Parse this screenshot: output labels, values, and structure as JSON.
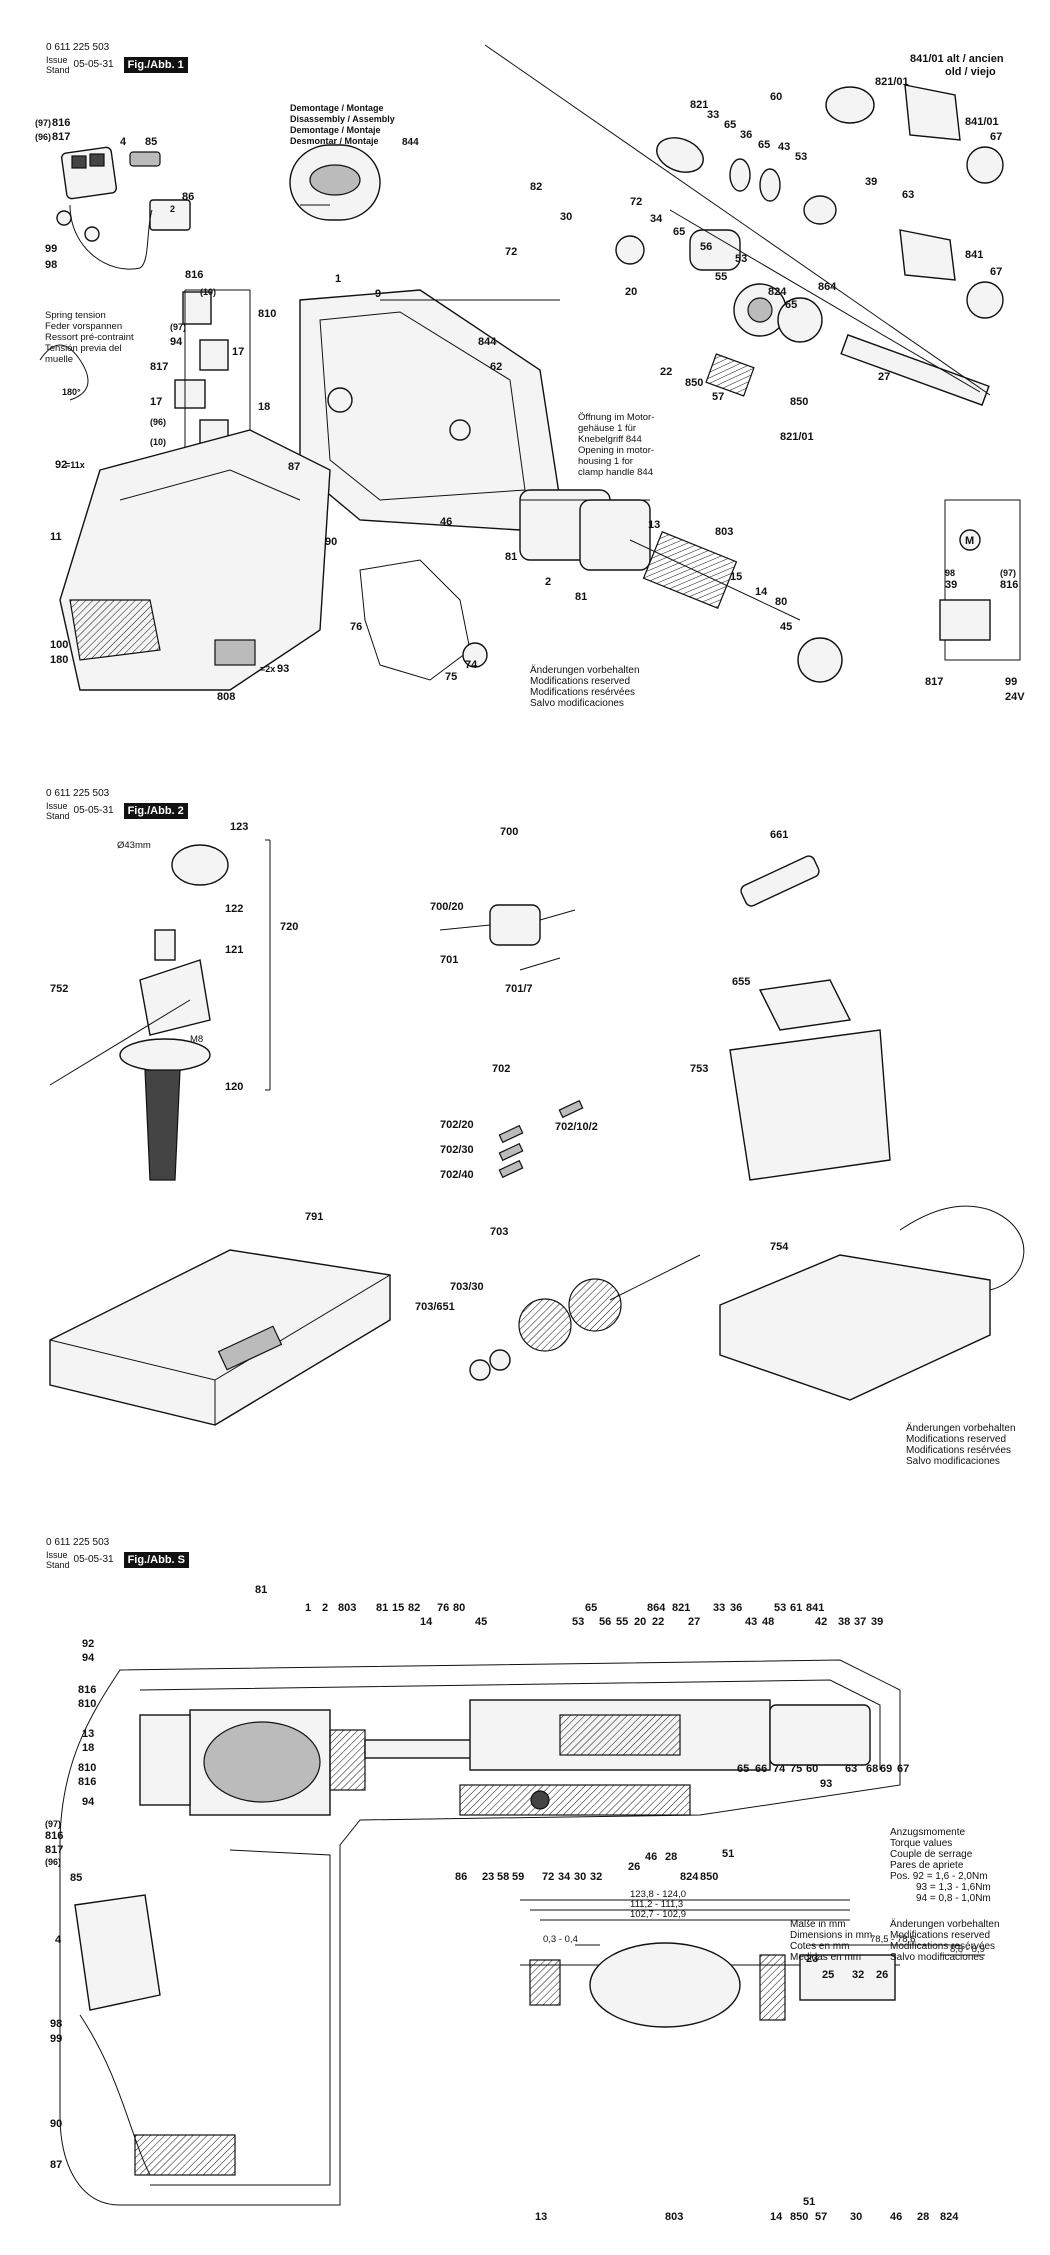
{
  "sheets": [
    {
      "part_no": "0 611 225 503",
      "issue_label": "Issue",
      "stand_label": "Stand",
      "date": "05-05-31",
      "figure": "Fig./Abb. 1"
    },
    {
      "part_no": "0 611 225 503",
      "issue_label": "Issue",
      "stand_label": "Stand",
      "date": "05-05-31",
      "figure": "Fig./Abb. 2"
    },
    {
      "part_no": "0 611 225 503",
      "issue_label": "Issue",
      "stand_label": "Stand",
      "date": "05-05-31",
      "figure": "Fig./Abb. S"
    }
  ],
  "notes": {
    "disassembly": [
      "Demontage / Montage",
      "Disassembly / Assembly",
      "Demontage / Montaje",
      "Desmontar / Montaje"
    ],
    "disassembly_part": "844",
    "spring": [
      "Spring tension",
      "Feder vorspannen",
      "Ressort pré-contraint",
      "Tensión previa del",
      "muelle"
    ],
    "opening": [
      "Öffnung im Motor-",
      "gehäuse 1 für",
      "Knebelgriff 844",
      "Opening in motor-",
      "housing 1 for",
      "clamp handle 844"
    ],
    "changes": [
      "Änderungen vorbehalten",
      "Modifications reserved",
      "Modifications resérvées",
      "Salvo modificaciones"
    ],
    "old_new": [
      "841/01 alt / ancien",
      "old / viejo"
    ],
    "torque": [
      "Anzugsmomente",
      "Torque values",
      "Couple de serrage",
      "Pares de apriete",
      "Pos. 92  = 1,6 - 2,0Nm",
      "93  = 1,3 - 1,6Nm",
      "94  = 0,8 - 1,0Nm"
    ],
    "dimensions": [
      "Maße in mm",
      "Dimensions in mm",
      "Cotes en mm",
      "Medidas en mm"
    ],
    "voltage": "24V",
    "motor": "M",
    "diameter": "Ø43mm",
    "thread": "M8",
    "screw_count_92": "=11x",
    "screw_count_93": "=2x",
    "spring_angle": "180°"
  },
  "dims": [
    "123,8 - 124,0",
    "111,2 - 111,3",
    "102,7 - 102,9",
    "0,3 - 0,4",
    "78,5 - 78,6",
    "8,8 - 8,9"
  ],
  "parts_fig1": [
    "816",
    "817",
    "(97)",
    "(96)",
    "4",
    "85",
    "86",
    "2",
    "816",
    "(10)",
    "94",
    "(97)",
    "17",
    "810",
    "817",
    "(96)",
    "(10)",
    "17",
    "18",
    "99",
    "98",
    "1",
    "9",
    "844",
    "62",
    "87",
    "90",
    "46",
    "92",
    "11",
    "100",
    "180",
    "808",
    "93",
    "76",
    "75",
    "74",
    "81",
    "2",
    "81",
    "13",
    "803",
    "15",
    "14",
    "80",
    "45",
    "82",
    "30",
    "72",
    "72",
    "34",
    "65",
    "56",
    "55",
    "20",
    "53",
    "65",
    "22",
    "850",
    "57",
    "824",
    "864",
    "821/01",
    "850",
    "27",
    "821",
    "33",
    "65",
    "36",
    "65",
    "43",
    "53",
    "60",
    "821/01",
    "63",
    "841/01",
    "67",
    "39",
    "63",
    "841",
    "67",
    "39",
    "816",
    "817",
    "99",
    "98",
    "(97)",
    "(96)"
  ],
  "parts_fig2": [
    "123",
    "122",
    "720",
    "121",
    "752",
    "120",
    "700",
    "700/20",
    "701",
    "701/7",
    "702",
    "702/20",
    "702/30",
    "702/40",
    "702/10/2",
    "703",
    "703/30",
    "703/651",
    "661",
    "655",
    "753",
    "754",
    "791"
  ],
  "parts_figS": [
    "81",
    "1",
    "2",
    "803",
    "81",
    "15",
    "82",
    "14",
    "76",
    "80",
    "45",
    "65",
    "53",
    "56",
    "55",
    "864",
    "20",
    "22",
    "821",
    "27",
    "33",
    "36",
    "43",
    "48",
    "53",
    "61",
    "841",
    "42",
    "38",
    "37",
    "39",
    "92",
    "94",
    "816",
    "810",
    "13",
    "18",
    "810",
    "816",
    "94",
    "(97)",
    "816",
    "817",
    "(96)",
    "85",
    "4",
    "98",
    "99",
    "90",
    "87",
    "86",
    "23",
    "58",
    "59",
    "72",
    "34",
    "30",
    "32",
    "26",
    "46",
    "28",
    "824",
    "850",
    "51",
    "65",
    "66",
    "74",
    "75",
    "60",
    "93",
    "63",
    "68",
    "69",
    "67",
    "13",
    "803",
    "14",
    "850",
    "57",
    "51",
    "30",
    "46",
    "28",
    "824",
    "23",
    "25",
    "32",
    "26"
  ]
}
